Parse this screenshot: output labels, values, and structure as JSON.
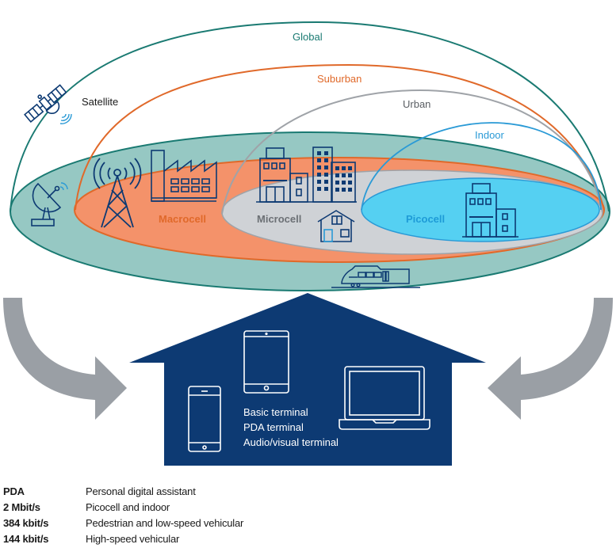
{
  "diagram": {
    "dome_labels": {
      "global": "Global",
      "suburban": "Suburban",
      "urban": "Urban",
      "indoor": "Indoor",
      "satellite": "Satellite"
    },
    "cell_labels": {
      "macrocell": "Macrocell",
      "microcell": "Microcell",
      "picocell": "Picocell"
    },
    "terminals": {
      "lines": [
        "Basic terminal",
        "PDA terminal",
        "Audio/visual terminal"
      ]
    },
    "colors": {
      "global": "#1a7a72",
      "global_fill": "#96c8c3",
      "suburban": "#e0692a",
      "suburban_fill": "#f4926a",
      "urban": "#9fa3a8",
      "urban_fill": "#cfd2d6",
      "indoor": "#2a9ad6",
      "indoor_fill": "#55d0f2",
      "navy": "#0d3a73",
      "arrow": "#9a9fa5"
    }
  },
  "legend": [
    {
      "key": "PDA",
      "value": "Personal digital assistant"
    },
    {
      "key": "2 Mbit/s",
      "value": "Picocell and indoor"
    },
    {
      "key": "384 kbit/s",
      "value": "Pedestrian and low-speed vehicular"
    },
    {
      "key": "144 kbit/s",
      "value": "High-speed vehicular"
    }
  ]
}
